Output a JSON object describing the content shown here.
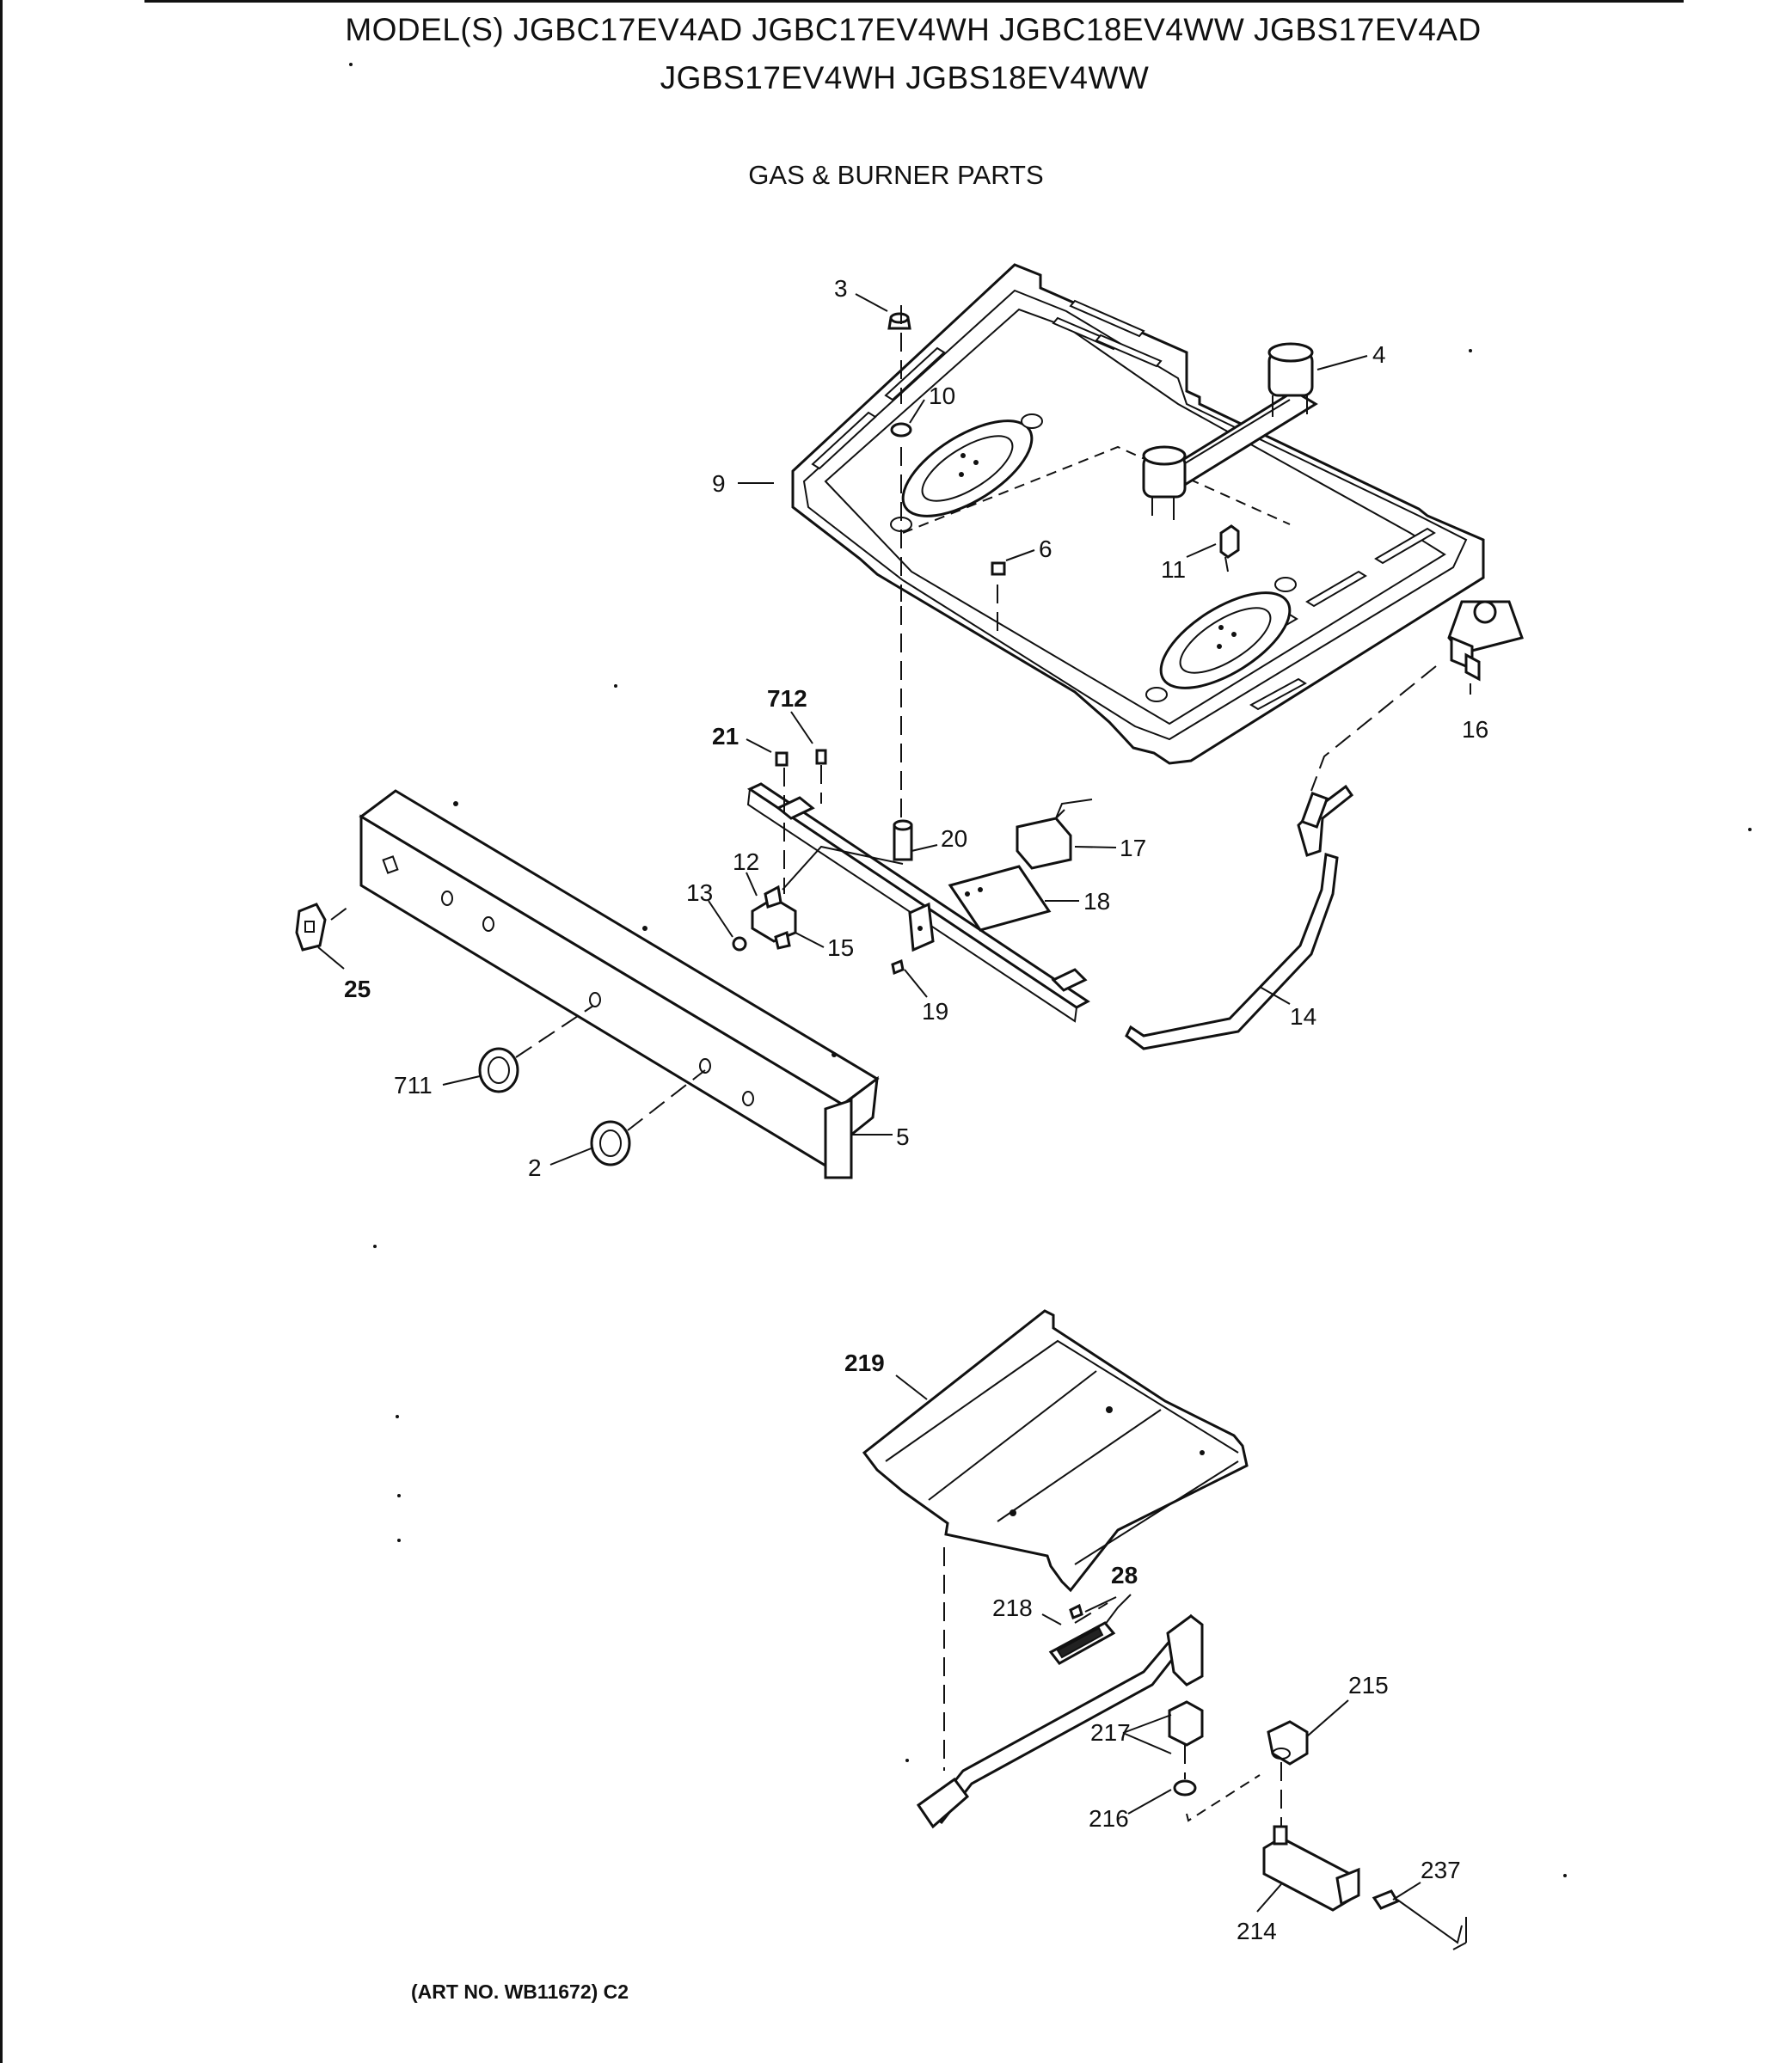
{
  "header": {
    "models_line1": "MODEL(S) JGBC17EV4AD  JGBC17EV4WH  JGBC18EV4WW  JGBS17EV4AD",
    "models_line2": "JGBS17EV4WH  JGBS18EV4WW",
    "section_title": "GAS & BURNER PARTS"
  },
  "footer": {
    "art_number": "(ART NO. WB11672) C2"
  },
  "callouts": {
    "p3": "3",
    "p4": "4",
    "p10": "10",
    "p9": "9",
    "p6": "6",
    "p11": "11",
    "p16": "16",
    "p712": "712",
    "p21": "21",
    "p20": "20",
    "p17": "17",
    "p12": "12",
    "p13": "13",
    "p18": "18",
    "p15": "15",
    "p25": "25",
    "p19": "19",
    "p14": "14",
    "p711": "711",
    "p5": "5",
    "p2": "2",
    "p219": "219",
    "p28": "28",
    "p218": "218",
    "p215": "215",
    "p217": "217",
    "p216": "216",
    "p237": "237",
    "p214": "214"
  }
}
